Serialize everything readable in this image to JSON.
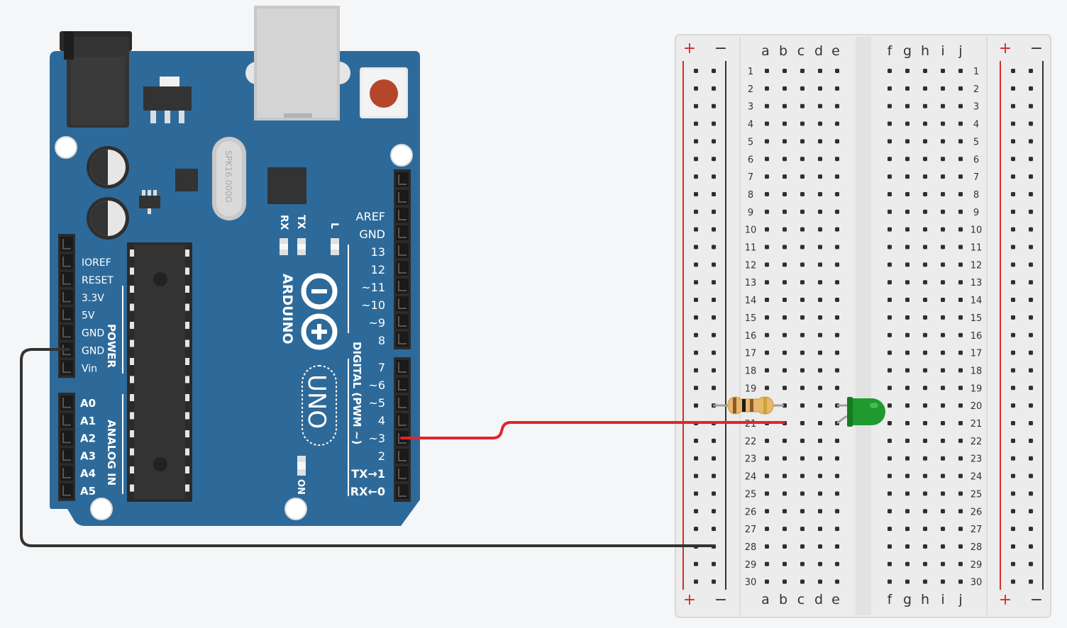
{
  "board": {
    "brand": "ARDUINO",
    "model": "UNO",
    "crystal": "SPK16.000G",
    "on_label": "ON",
    "led_labels": [
      "RX",
      "TX",
      "L"
    ],
    "power_group": "POWER",
    "analog_group": "ANALOG IN",
    "digital_group": "DIGITAL (PWM ~)",
    "power_pins": [
      "IOREF",
      "RESET",
      "3.3V",
      "5V",
      "GND",
      "GND",
      "Vin"
    ],
    "analog_pins": [
      "A0",
      "A1",
      "A2",
      "A3",
      "A4",
      "A5"
    ],
    "digital_pins_top": [
      "AREF",
      "GND",
      "13",
      "12",
      "~11",
      "~10",
      "~9",
      "8"
    ],
    "digital_pins_bottom": [
      "7",
      "~6",
      "~5",
      "4",
      "~3",
      "2",
      "TX→1",
      "RX←0"
    ],
    "color": "#2d6a9a"
  },
  "breadboard": {
    "rows": 30,
    "cols_left": [
      "a",
      "b",
      "c",
      "d",
      "e"
    ],
    "cols_right": [
      "f",
      "g",
      "h",
      "i",
      "j"
    ],
    "rail_plus": "+",
    "rail_minus": "−"
  },
  "components": {
    "resistor": {
      "color_bands": [
        "#8a5a2b",
        "#1a1a1a",
        "#8a5a2b",
        "#c9a43a"
      ]
    },
    "led": {
      "color": "#1f9a2e"
    }
  },
  "wires": {
    "signal_color": "#e0262b",
    "ground_color": "#333333"
  }
}
